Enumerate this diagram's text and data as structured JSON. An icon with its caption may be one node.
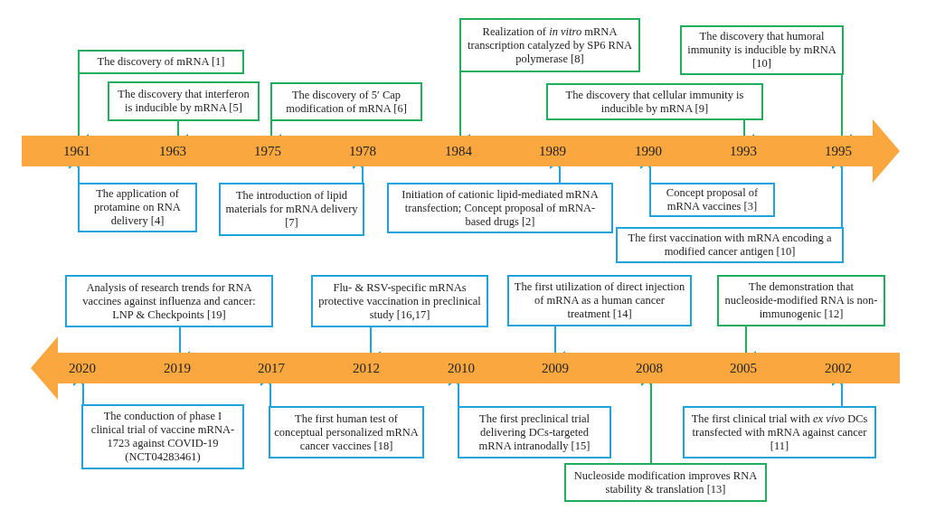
{
  "diagram": {
    "nodes": [
      {
        "text": [],
        "shape": "arrow"
      },
      {
        "text": [
          "1961"
        ],
        "in": 0
      },
      {
        "text": [
          "1963"
        ],
        "in": 0
      },
      {
        "text": [
          "1975"
        ],
        "in": 0
      },
      {
        "text": [
          "1978"
        ],
        "in": 0
      },
      {
        "text": [
          "1984"
        ],
        "in": 0
      },
      {
        "text": [
          "1989"
        ],
        "in": 0
      },
      {
        "text": [
          "1990"
        ],
        "in": 0
      },
      {
        "text": [
          "1993"
        ],
        "in": 0
      },
      {
        "text": [
          "1995"
        ],
        "in": 0
      },
      {
        "text": [
          "The discovery of mRNA [1]"
        ]
      },
      {
        "text": [
          "The discovery that interferon is inducible by mRNA [5]"
        ]
      },
      {
        "text": [
          "The discovery of 5′ Cap modification of mRNA [6]"
        ]
      },
      {
        "text": [
          "Realization of *in vitro* mRNA transcription catalyzed by SP6 RNA polymerase [8]"
        ]
      },
      {
        "text": [
          "The discovery that cellular immunity is inducible by mRNA [9]"
        ]
      },
      {
        "text": [
          "The discovery that humoral immunity is inducible by mRNA [10]"
        ]
      },
      {
        "text": [
          "The application of protamine on RNA delivery [4]"
        ]
      },
      {
        "text": [
          "The introduction of lipid materials for mRNA delivery [7]"
        ]
      },
      {
        "text": [
          "Initiation of cationic lipid-mediated mRNA transfection;  Concept proposal of mRNA-based drugs [2]"
        ]
      },
      {
        "text": [
          "Concept proposal of mRNA vaccines [3]"
        ]
      },
      {
        "text": [
          "The first vaccination with mRNA encoding a modified cancer antigen [10]"
        ]
      },
      {
        "text": [],
        "shape": "arrow"
      },
      {
        "text": [
          "2020"
        ],
        "in": 21
      },
      {
        "text": [
          "2019"
        ],
        "in": 21
      },
      {
        "text": [
          "2017"
        ],
        "in": 21
      },
      {
        "text": [
          "2012"
        ],
        "in": 21
      },
      {
        "text": [
          "2010"
        ],
        "in": 21
      },
      {
        "text": [
          "2009"
        ],
        "in": 21
      },
      {
        "text": [
          "2008"
        ],
        "in": 21
      },
      {
        "text": [
          "2005"
        ],
        "in": 21
      },
      {
        "text": [
          "2002"
        ],
        "in": 21
      },
      {
        "text": [
          "Analysis of research trends for RNA vaccines against influenza and cancer: LNP & Checkpoints [19]"
        ]
      },
      {
        "text": [
          "Flu- & RSV-specific mRNAs protective vaccination in preclinical study [16,17]"
        ]
      },
      {
        "text": [
          "The first utilization of direct injection of mRNA as a  human cancer treatment [14]"
        ]
      },
      {
        "text": [
          "The demonstration that nucleoside-modified RNA is non-immunogenic [12]"
        ]
      },
      {
        "text": [
          "The conduction of phase I clinical trial of vaccine mRNA-1723 against COVID-19 (NCT04283461)"
        ]
      },
      {
        "text": [
          "The first human test of conceptual personalized mRNA cancer vaccines [18]"
        ]
      },
      {
        "text": [
          "The first preclinical trial delivering DCs-targeted mRNA intranodally [15]"
        ]
      },
      {
        "text": [
          "Nucleoside modification improves RNA stability & translation [13]"
        ]
      },
      {
        "text": [
          "The first clinical trial with *ex vivo* DCs transfected with mRNA against cancer [11]"
        ]
      }
    ],
    "edges": [
      {
        "from": 10,
        "to": 1,
        "arrow": "to",
        "color": "#1fae5e"
      },
      {
        "from": 11,
        "to": 2,
        "arrow": "to",
        "color": "#1fae5e"
      },
      {
        "from": 12,
        "to": 3,
        "arrow": "to",
        "color": "#1fae5e"
      },
      {
        "from": 13,
        "to": 5,
        "arrow": "to",
        "color": "#1fae5e"
      },
      {
        "from": 14,
        "to": 8,
        "arrow": "to",
        "color": "#1fae5e"
      },
      {
        "from": 15,
        "to": 9,
        "arrow": "to",
        "color": "#1fae5e"
      },
      {
        "from": 16,
        "to": 1,
        "arrow": "to"
      },
      {
        "from": 17,
        "to": 4,
        "arrow": "to"
      },
      {
        "from": 18,
        "to": 6,
        "arrow": "to"
      },
      {
        "from": 19,
        "to": 7,
        "arrow": "to"
      },
      {
        "from": 20,
        "to": 9,
        "arrow": "to"
      },
      {
        "from": 31,
        "to": 23,
        "arrow": "to"
      },
      {
        "from": 32,
        "to": 25,
        "arrow": "to"
      },
      {
        "from": 33,
        "to": 27,
        "arrow": "to"
      },
      {
        "from": 34,
        "to": 29,
        "arrow": "to",
        "color": "#1fae5e"
      },
      {
        "from": 35,
        "to": 22,
        "arrow": "to"
      },
      {
        "from": 36,
        "to": 24,
        "arrow": "to"
      },
      {
        "from": 37,
        "to": 26,
        "arrow": "to"
      },
      {
        "from": 38,
        "to": 28,
        "arrow": "to",
        "color": "#1fae5e"
      },
      {
        "from": 39,
        "to": 30,
        "arrow": "to"
      }
    ]
  }
}
